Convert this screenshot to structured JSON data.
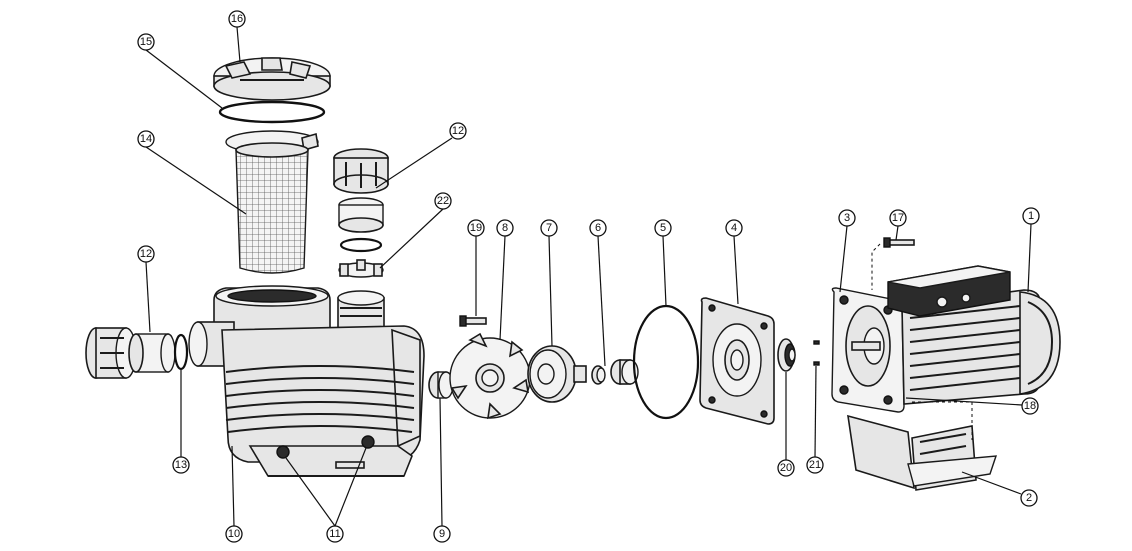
{
  "callouts": {
    "c1": "1",
    "c2": "2",
    "c3": "3",
    "c4": "4",
    "c5": "5",
    "c6": "6",
    "c7": "7",
    "c8": "8",
    "c9": "9",
    "c10": "10",
    "c11": "11",
    "c12a": "12",
    "c12b": "12",
    "c13": "13",
    "c14": "14",
    "c15": "15",
    "c16": "16",
    "c17": "17",
    "c18": "18",
    "c19": "19",
    "c20": "20",
    "c21": "21",
    "c22": "22"
  }
}
